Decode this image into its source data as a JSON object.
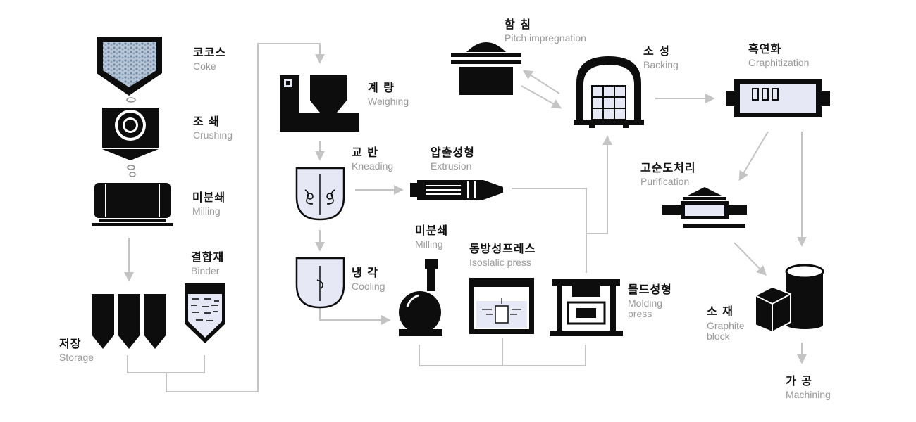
{
  "colors": {
    "ink": "#0d0d0d",
    "arrow": "#c4c4c4",
    "tint": "#e6e8f6",
    "coal": "#8fa8c2"
  },
  "steps": {
    "coke": {
      "ko": "코코스",
      "en": "Coke"
    },
    "crushing": {
      "ko": "조 쇄",
      "en": "Crushing"
    },
    "milling1": {
      "ko": "미분쇄",
      "en": "Milling"
    },
    "binder": {
      "ko": "결합재",
      "en": "Binder"
    },
    "storage": {
      "ko": "저장",
      "en": "Storage"
    },
    "weighing": {
      "ko": "계 량",
      "en": "Weighing"
    },
    "kneading": {
      "ko": "교 반",
      "en": "Kneading"
    },
    "extrusion": {
      "ko": "압출성형",
      "en": "Extrusion"
    },
    "cooling": {
      "ko": "냉 각",
      "en": "Cooling"
    },
    "milling2": {
      "ko": "미분쇄",
      "en": "Milling"
    },
    "isostatic": {
      "ko": "동방성프레스",
      "en": "Isoslalic press"
    },
    "molding": {
      "ko": "몰드성형",
      "en1": "Molding",
      "en2": "press"
    },
    "impregnation": {
      "ko": "함 침",
      "en": "Pitch impregnation"
    },
    "baking": {
      "ko": "소 성",
      "en": "Backing"
    },
    "graphitization": {
      "ko": "흑연화",
      "en": "Graphitization"
    },
    "purification": {
      "ko": "고순도처리",
      "en": "Purification"
    },
    "block": {
      "ko": "소 재",
      "en1": "Graphite",
      "en2": "block"
    },
    "machining": {
      "ko": "가 공",
      "en": "Machining"
    }
  }
}
